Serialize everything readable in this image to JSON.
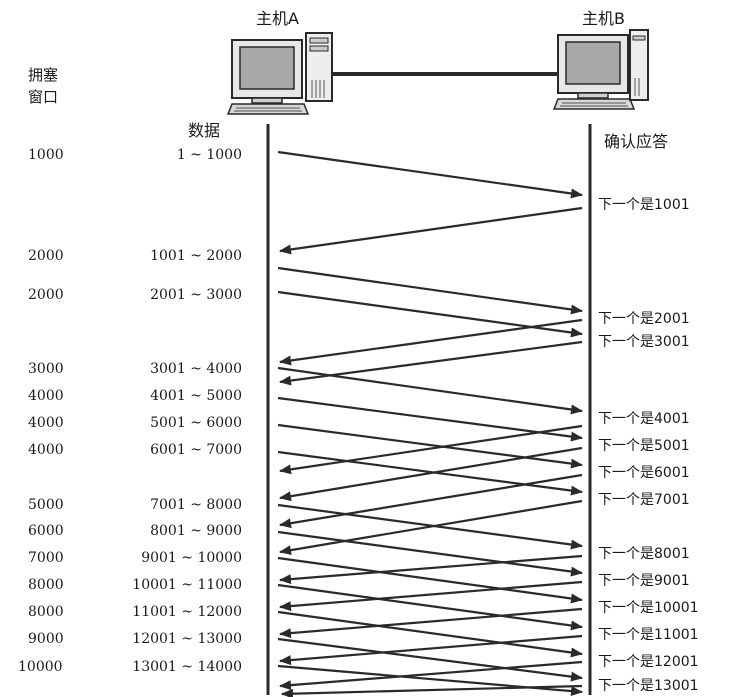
{
  "hosts": {
    "a": {
      "label": "主机A",
      "icon": "computer-icon"
    },
    "b": {
      "label": "主机B",
      "icon": "computer-icon"
    }
  },
  "headers": {
    "congestion_window_line1": "拥塞",
    "congestion_window_line2": "窗口",
    "data": "数据",
    "ack": "确认应答"
  },
  "rows": [
    {
      "window": "1000",
      "range": "1 ~ 1000"
    },
    {
      "window": "2000",
      "range": "1001 ~ 2000"
    },
    {
      "window": "2000",
      "range": "2001 ~ 3000"
    },
    {
      "window": "3000",
      "range": "3001 ~ 4000"
    },
    {
      "window": "4000",
      "range": "4001 ~ 5000"
    },
    {
      "window": "4000",
      "range": "5001 ~ 6000"
    },
    {
      "window": "4000",
      "range": "6001 ~ 7000"
    },
    {
      "window": "5000",
      "range": "7001 ~ 8000"
    },
    {
      "window": "6000",
      "range": "8001 ~ 9000"
    },
    {
      "window": "7000",
      "range": "9001 ~ 10000"
    },
    {
      "window": "8000",
      "range": "10001 ~ 11000"
    },
    {
      "window": "8000",
      "range": "11001 ~ 12000"
    },
    {
      "window": "9000",
      "range": "12001 ~ 13000"
    },
    {
      "window": "10000",
      "range": "13001 ~ 14000"
    }
  ],
  "acks": [
    "下一个是1001",
    "下一个是2001",
    "下一个是3001",
    "下一个是4001",
    "下一个是5001",
    "下一个是6001",
    "下一个是7001",
    "下一个是8001",
    "下一个是9001",
    "下一个是10001",
    "下一个是11001",
    "下一个是12001",
    "下一个是13001"
  ],
  "colors": {
    "line": "#2a2a2a",
    "screen": "#a9a9a9",
    "case": "#e8e8e8"
  }
}
